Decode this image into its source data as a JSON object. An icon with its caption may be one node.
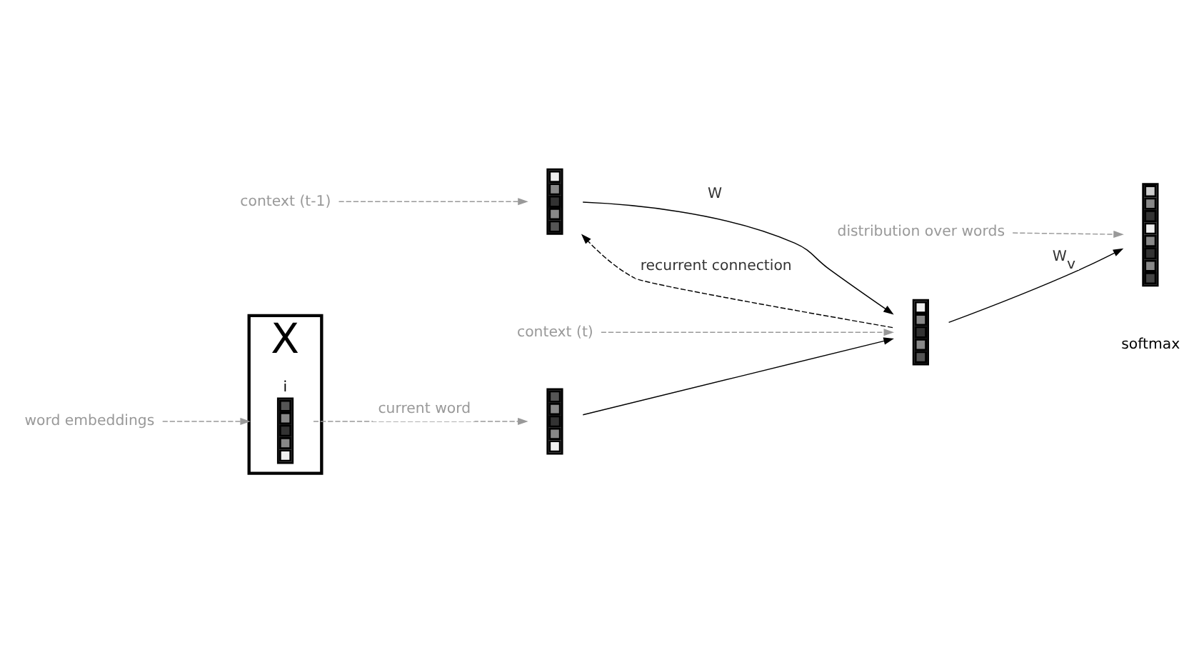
{
  "diagram": {
    "nodes": [
      {
        "text": [
          "X"
        ]
      },
      {
        "text": [],
        "shape": "bar",
        "in": 0,
        "beside": [
          "i"
        ]
      },
      {
        "text": [
          "word embeddings"
        ]
      },
      {
        "text": [],
        "shape": "bar"
      },
      {
        "text": [],
        "shape": "bar"
      },
      {
        "text": [
          "context (t-1)"
        ]
      },
      {
        "text": [],
        "shape": "bar"
      },
      {
        "text": [
          "context (t)"
        ]
      },
      {
        "text": [],
        "shape": "bar"
      },
      {
        "text": [
          "distribution over words"
        ]
      }
    ],
    "edges": [
      {
        "from": 2,
        "to": 0,
        "arrow": "to",
        "style": "dashed"
      },
      {
        "from": 1,
        "to": 3,
        "arrow": "to",
        "style": "dashed",
        "label": "current word"
      },
      {
        "from": 5,
        "to": 4,
        "arrow": "to",
        "style": "dashed"
      },
      {
        "from": 3,
        "to": 6,
        "arrow": "to",
        "color": "#000000"
      },
      {
        "from": 4,
        "to": 6,
        "arrow": "to",
        "label": "W",
        "color": "#000000"
      },
      {
        "from": 6,
        "to": 8,
        "arrow": "to",
        "label": "W$_{v}$",
        "color": "#000000"
      },
      {
        "from": 7,
        "to": 6,
        "arrow": "to",
        "style": "dashed"
      },
      {
        "from": 9,
        "to": 8,
        "arrow": "to",
        "style": "dashed"
      },
      {
        "from": 6,
        "to": 4,
        "arrow": "to",
        "style": "dashed",
        "label": "recurrent connection",
        "color": "#000000"
      }
    ],
    "labels": [
      "softmax"
    ]
  }
}
